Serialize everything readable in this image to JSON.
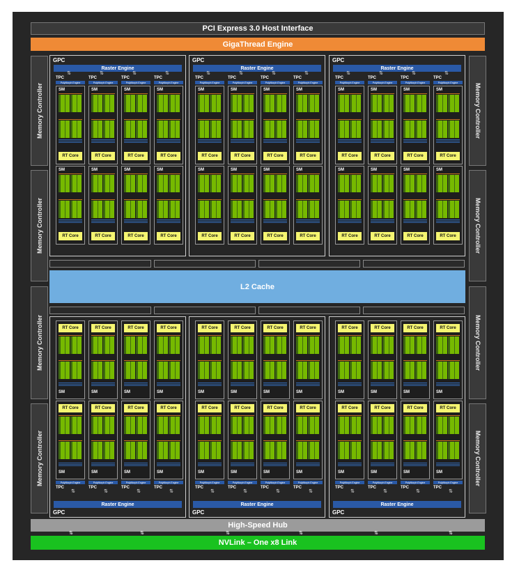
{
  "pcie_label": "PCI Express 3.0 Host Interface",
  "giga_label": "GigaThread Engine",
  "l2_label": "L2 Cache",
  "hub_label": "High-Speed Hub",
  "nvlink_label": "NVLink – One x8 Link",
  "memory_controller_label": "Memory Controller",
  "gpc_label": "GPC",
  "raster_label": "Raster Engine",
  "tpc_label": "TPC",
  "polymorph_label": "PolyMorph Engine",
  "sm_label": "SM",
  "rt_core_label": "RT Core",
  "colors": {
    "background": "#262626",
    "giga_engine": "#ef8a36",
    "l2_cache": "#70aee0",
    "hub": "#9b9b9b",
    "nvlink": "#19c21f",
    "raster_engine": "#2a59a6",
    "rt_core": "#f5f571",
    "cuda_core": "#76b900"
  }
}
